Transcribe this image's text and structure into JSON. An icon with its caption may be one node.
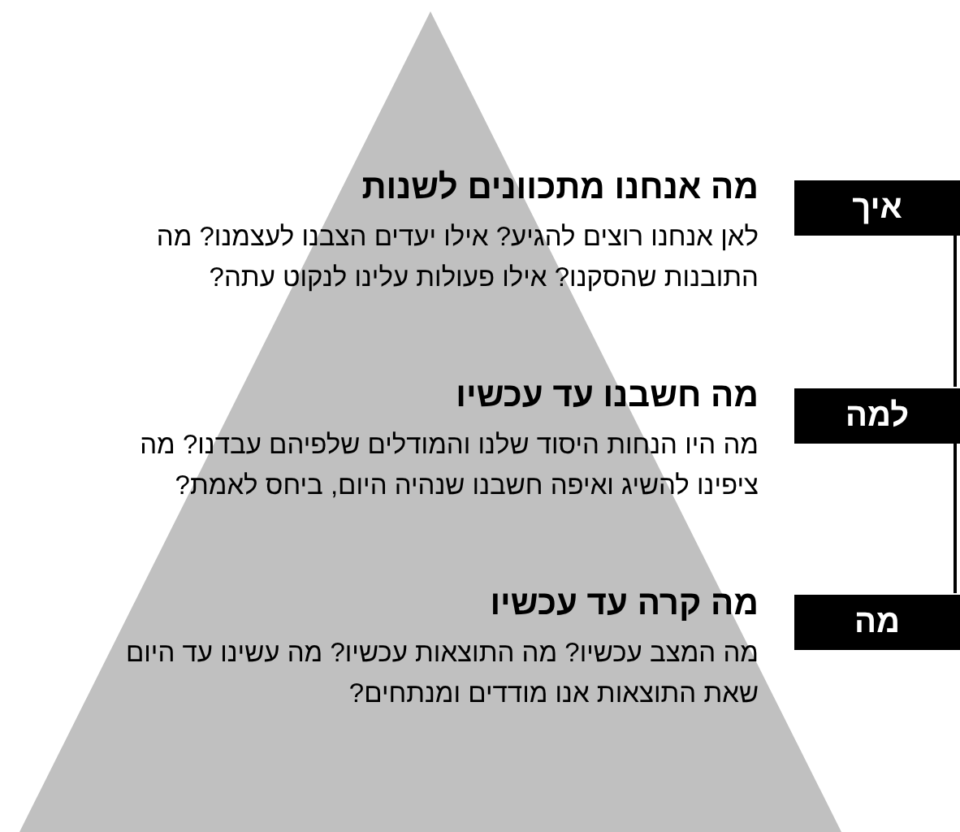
{
  "diagram": {
    "nodes": [
      {
        "text": [
          "מה אנחנו מתכוונים לשנות",
          "לאן אנחנו רוצים להגיע? אילו יעדים הצבנו לעצמנו? מה התובנות שהסקנו? אילו פעולות עלינו לנקוט עתה?",
          "מה חשבנו עד עכשיו",
          "מה היו הנחות היסוד שלנו והמודלים שלפיהם עבדנו? מה ציפינו להשיג ואיפה חשבנו שנהיה היום, ביחס לאמת?",
          "מה קרה עד עכשיו",
          "מה המצב עכשיו? מה התוצאות עכשיו? מה עשינו עד היום שאת התוצאות אנו מודדים ומנתחים?"
        ]
      },
      {
        "text": [
          "איך"
        ]
      },
      {
        "text": [
          "למה"
        ]
      },
      {
        "text": [
          "מה"
        ]
      }
    ],
    "edges": [
      {
        "from": 1,
        "to": 2,
        "arrow": "none"
      },
      {
        "from": 2,
        "to": 3,
        "arrow": "none"
      }
    ]
  }
}
